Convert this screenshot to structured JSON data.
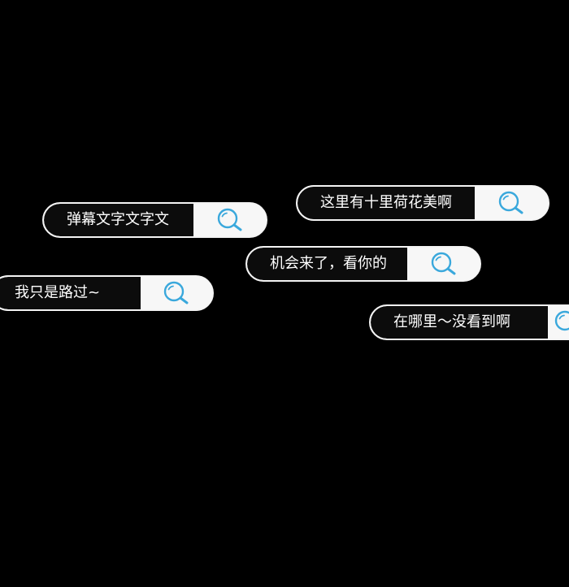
{
  "colors": {
    "background": "#000000",
    "bubble_text_bg": "#0c0c0c",
    "bubble_border": "#f4f4f4",
    "search_bg": "#f7f7f7",
    "search_icon": "#3aa8dc"
  },
  "danmaku": [
    {
      "text": "弹幕文字文字文",
      "icon": "search-icon"
    },
    {
      "text": "这里有十里荷花美啊",
      "icon": "search-icon"
    },
    {
      "text": "机会来了，看你的",
      "icon": "search-icon"
    },
    {
      "text": "我只是路过~",
      "icon": "search-icon"
    },
    {
      "text": "在哪里～没看到啊",
      "icon": "search-icon"
    }
  ]
}
